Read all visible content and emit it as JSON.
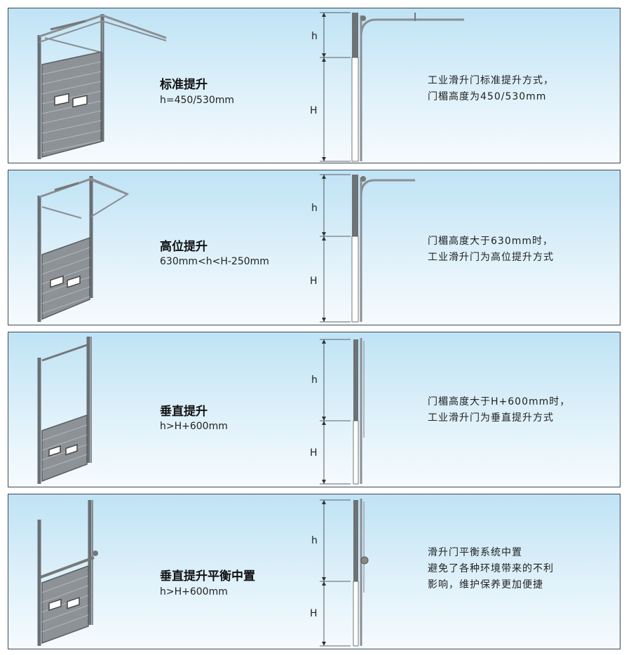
{
  "panels": [
    {
      "title": "标准提升",
      "formula": "h=450/530mm",
      "desc": [
        "工业滑升门标准提升方式，",
        "门楣高度为450/530mm"
      ],
      "h_label": "h",
      "H_label": "H"
    },
    {
      "title": "高位提升",
      "formula": "630mm<h<H-250mm",
      "desc": [
        "门楣高度大于630mm时，",
        "工业滑升门为高位提升方式"
      ],
      "h_label": "h",
      "H_label": "H"
    },
    {
      "title": "垂直提升",
      "formula": "h>H+600mm",
      "desc": [
        "门楣高度大于H+600mm时，",
        "工业滑升门为垂直提升方式"
      ],
      "h_label": "h",
      "H_label": "H"
    },
    {
      "title": "垂直提升平衡中置",
      "formula": "h>H+600mm",
      "desc": [
        "滑升门平衡系统中置",
        "避免了各种环境带来的不利",
        "影响，维护保养更加便捷"
      ],
      "h_label": "h",
      "H_label": "H"
    }
  ]
}
